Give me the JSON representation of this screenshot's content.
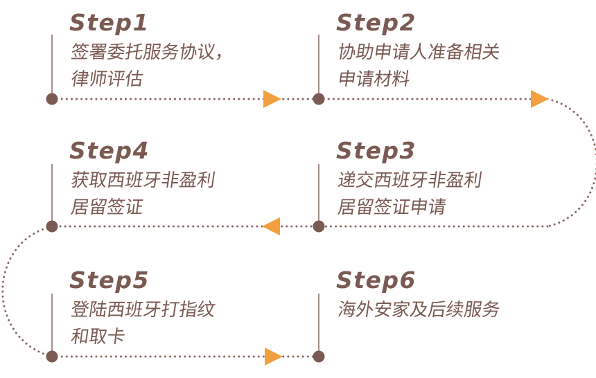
{
  "colors": {
    "text": "#7a5a52",
    "line": "#8a6660",
    "dot": "#7a5a52",
    "arrow": "#f2a03f"
  },
  "steps": [
    {
      "title": "Step1",
      "lines": [
        "签署委托服务协议，",
        "律师评估"
      ]
    },
    {
      "title": "Step2",
      "lines": [
        "协助申请人准备相关",
        "申请材料"
      ]
    },
    {
      "title": "Step3",
      "lines": [
        "递交西班牙非盈利",
        "居留签证申请"
      ]
    },
    {
      "title": "Step4",
      "lines": [
        "获取西班牙非盈利",
        "居留签证"
      ]
    },
    {
      "title": "Step5",
      "lines": [
        "登陆西班牙打指纹",
        "和取卡"
      ]
    },
    {
      "title": "Step6",
      "lines": [
        "海外安家及后续服务",
        ""
      ]
    }
  ]
}
